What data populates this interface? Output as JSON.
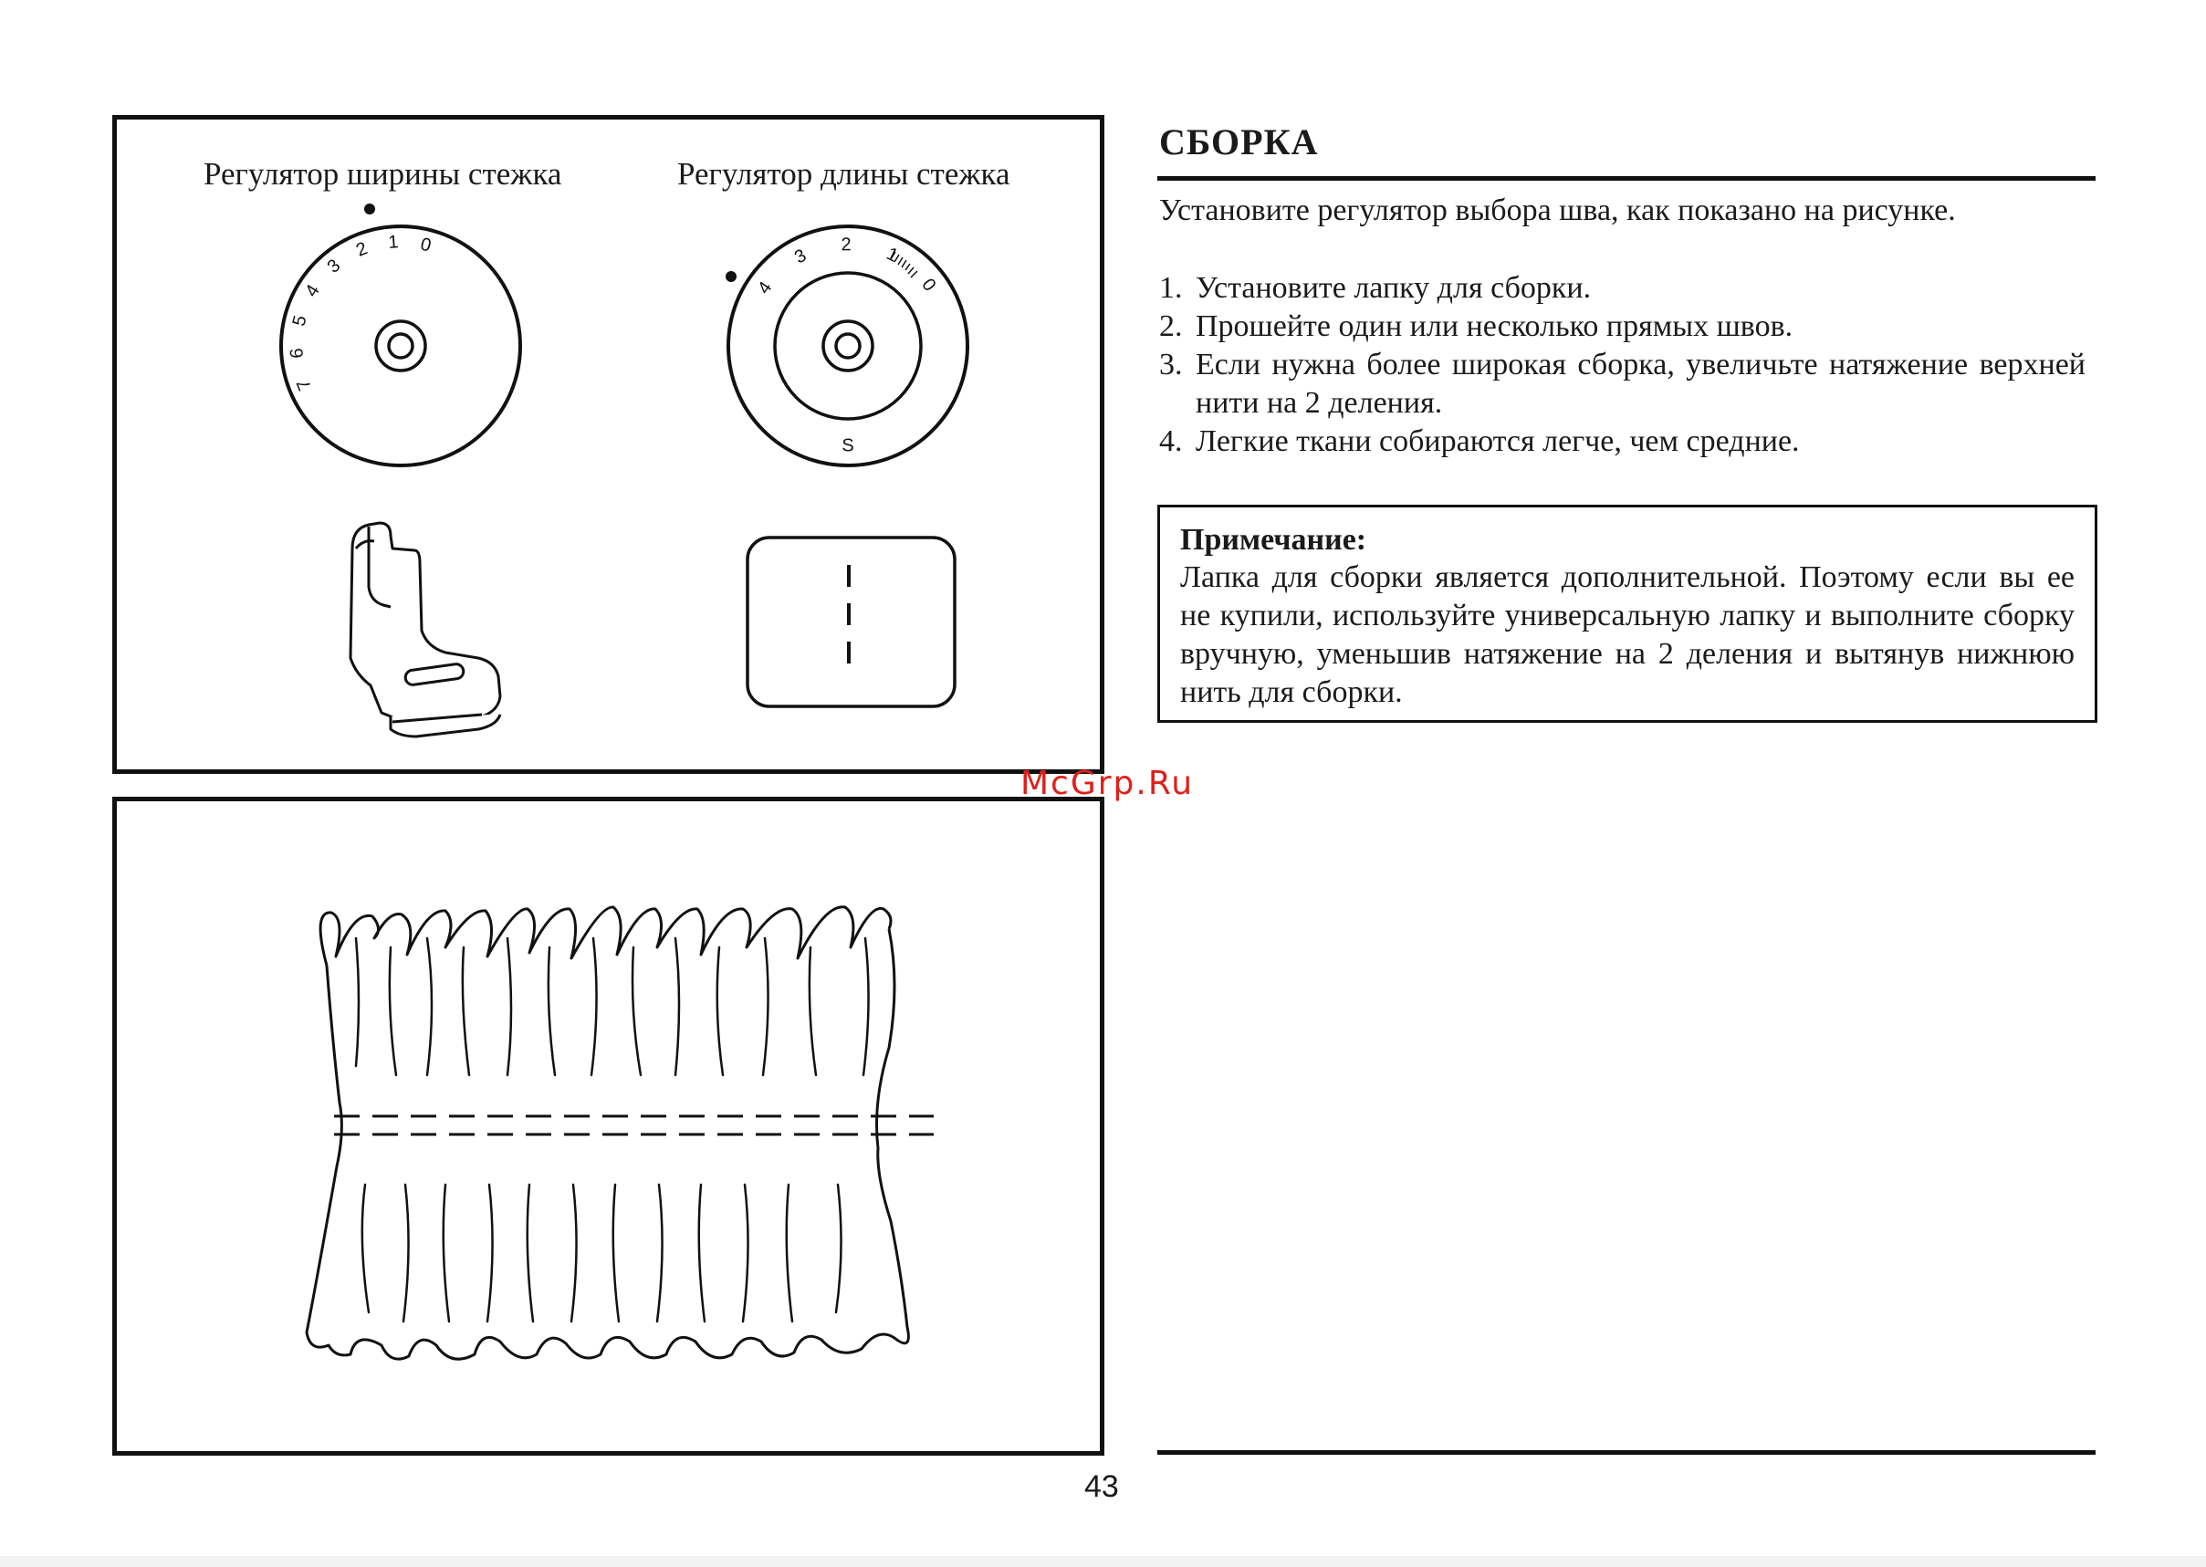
{
  "figure_top": {
    "width_dial_label": "Регулятор ширины стежка",
    "length_dial_label": "Регулятор длины стежка",
    "width_dial_marks": [
      "0",
      "1",
      "2",
      "3",
      "4",
      "5",
      "6",
      "7"
    ],
    "length_dial_marks": [
      "4",
      "3",
      "2",
      "1",
      "0",
      "S"
    ]
  },
  "section": {
    "title": "СБОРКА",
    "intro": "Установите регулятор выбора шва, как показано на рисунке.",
    "steps": [
      {
        "num": "1.",
        "text": "Установите лапку для сборки."
      },
      {
        "num": "2.",
        "text": "Прошейте один или несколько прямых швов."
      },
      {
        "num": "3.",
        "text": "Если нужна более широкая сборка, увеличьте натяжение верхней нити на 2 деления."
      },
      {
        "num": "4.",
        "text": "Легкие ткани собираются легче, чем средние."
      }
    ]
  },
  "note": {
    "title": "Примечание:",
    "text": "Лапка для сборки является дополнительной. Поэтому если вы ее не купили, используйте универсальную лапку и выполните сборку вручную, уменьшив натяжение на 2 деления и вытянув нижнюю нить для сборки."
  },
  "watermark": "McGrp.Ru",
  "page_number": "43",
  "colors": {
    "watermark": "#e0201a",
    "ink": "#111111"
  }
}
